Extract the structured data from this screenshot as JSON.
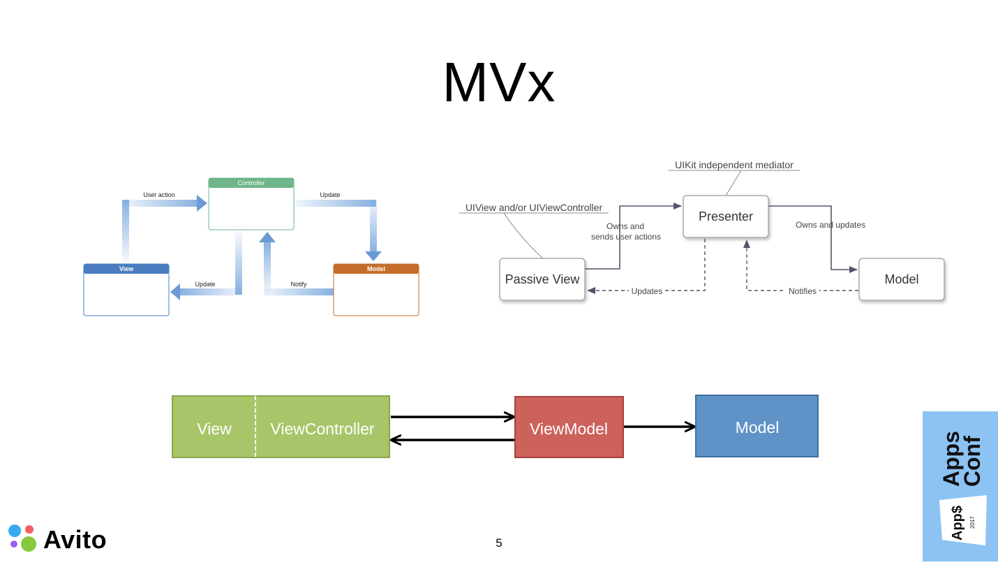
{
  "slide": {
    "title": "MVx",
    "page_number": "5"
  },
  "mvc": {
    "controller": "Controller",
    "view": "View",
    "model": "Model",
    "user_action": "User action",
    "update_top": "Update",
    "update_bottom": "Update",
    "notify": "Notify",
    "colors": {
      "controller": "#6fb58a",
      "view": "#4a7cc0",
      "model": "#c46d2a",
      "arrow": "#7aa7dd"
    }
  },
  "mvp": {
    "presenter": "Presenter",
    "passive_view": "Passive View",
    "model": "Model",
    "mediator_note": "UIKit independent mediator",
    "view_note": "UIView and/or UIViewController",
    "owns_sends_line1": "Owns and",
    "owns_sends_line2": "sends user actions",
    "owns_updates": "Owns and updates",
    "updates": "Updates",
    "notifies": "Notifies"
  },
  "mvvm": {
    "view": "View",
    "view_controller": "ViewController",
    "view_model": "ViewModel",
    "model": "Model",
    "colors": {
      "view": "#a9c56a",
      "view_model": "#cd615c",
      "model": "#5f93c8"
    }
  },
  "branding": {
    "avito": "Avito",
    "apps": "Apps",
    "conf": "Conf",
    "badge": "App$",
    "year": "2017",
    "colors": {
      "appsconf_bg": "#8cc3f3"
    }
  }
}
